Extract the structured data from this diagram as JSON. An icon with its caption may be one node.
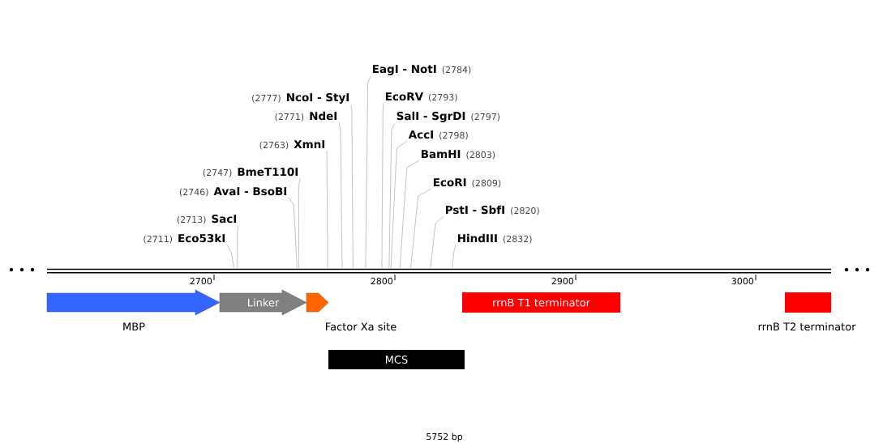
{
  "diagram": {
    "nodes": [
      {
        "text": [
          "EagI - NotI",
          "(2784)"
        ]
      },
      {
        "text": [
          "EcoRV",
          "(2793)"
        ]
      },
      {
        "text": [
          "(2777)",
          "NcoI - StyI"
        ]
      },
      {
        "text": [
          "(2771)",
          "NdeI"
        ]
      },
      {
        "text": [
          "SalI - SgrDI",
          "(2797)"
        ]
      },
      {
        "text": [
          "AccI",
          "(2798)"
        ]
      },
      {
        "text": [
          "(2763)",
          "XmnI"
        ]
      },
      {
        "text": [
          "BamHI",
          "(2803)"
        ]
      },
      {
        "text": [
          "(2747)",
          "BmeT110I"
        ]
      },
      {
        "text": [
          "EcoRI",
          "(2809)"
        ]
      },
      {
        "text": [
          "(2746)",
          "AvaI - BsoBI"
        ]
      },
      {
        "text": [
          "PstI - SbfI",
          "(2820)"
        ]
      },
      {
        "text": [
          "(2713)",
          "SacI"
        ]
      },
      {
        "text": [
          "(2711)",
          "Eco53kI"
        ]
      },
      {
        "text": [
          "HindIII",
          "(2832)"
        ]
      },
      {
        "text": [],
        "shape": "bar"
      },
      {
        "text": [],
        "shape": "arrow",
        "beside": [
          "MBP"
        ]
      },
      {
        "text": [
          "Linker"
        ]
      },
      {
        "text": [],
        "shape": "arrow",
        "beside": [
          "Factor Xa site"
        ]
      },
      {
        "text": [
          "rrnB T1 terminator"
        ]
      },
      {
        "text": [],
        "shape": "box",
        "beside": [
          "rrnB T2 terminator"
        ]
      },
      {
        "text": [
          "MCS"
        ]
      }
    ],
    "edges": [
      {
        "from": 0,
        "to": 15,
        "arrow": "none"
      },
      {
        "from": 1,
        "to": 15,
        "arrow": "none"
      },
      {
        "from": 2,
        "to": 15,
        "arrow": "none"
      },
      {
        "from": 3,
        "to": 15,
        "arrow": "none"
      },
      {
        "from": 4,
        "to": 15,
        "arrow": "none"
      },
      {
        "from": 5,
        "to": 15,
        "arrow": "none"
      },
      {
        "from": 6,
        "to": 15,
        "arrow": "none"
      },
      {
        "from": 7,
        "to": 15,
        "arrow": "none"
      },
      {
        "from": 8,
        "to": 15,
        "arrow": "none"
      },
      {
        "from": 9,
        "to": 15,
        "arrow": "none"
      },
      {
        "from": 10,
        "to": 15,
        "arrow": "none"
      },
      {
        "from": 11,
        "to": 15,
        "arrow": "none"
      },
      {
        "from": 12,
        "to": 15,
        "arrow": "none"
      },
      {
        "from": 13,
        "to": 15,
        "arrow": "none"
      },
      {
        "from": 14,
        "to": 15,
        "arrow": "none"
      }
    ],
    "labels": [
      "2700",
      "2800",
      "2900",
      "3000",
      "5752 bp"
    ]
  }
}
